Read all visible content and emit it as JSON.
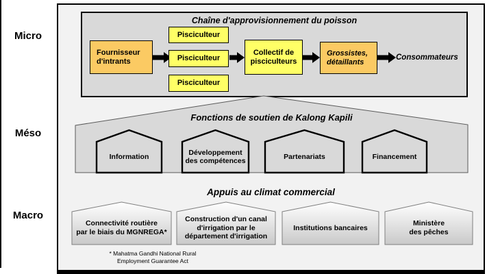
{
  "colors": {
    "box_orange": "#FBCA63",
    "box_yellow": "#FFFF66",
    "panel_gray": "#D9D9D9",
    "bg_gray": "#F2F2F2"
  },
  "levels": [
    "Micro",
    "Méso",
    "Macro"
  ],
  "micro": {
    "title": "Chaîne d'approvisionnement du poisson",
    "supplier": "Fournisseur\nd'intrants",
    "farmers": [
      "Pisciculteur",
      "Pisciculteur",
      "Pisciculteur"
    ],
    "collective": "Collectif de\npisciculteurs",
    "wholesalers": "Grossistes,\ndétaillants",
    "consumers": "Consommateurs"
  },
  "meso": {
    "title": "Fonctions de soutien de Kalong Kapili",
    "functions": [
      "Information",
      "Développement\ndes compétences",
      "Partenariats",
      "Financement"
    ]
  },
  "macro": {
    "title": "Appuis au climat commercial",
    "supports": [
      "Connectivité routière\npar le biais du MGNREGA*",
      "Construction d'un canal\nd'irrigation par le\ndépartement d'irrigation",
      "Institutions bancaires",
      "Ministère\ndes pêches"
    ],
    "footnote": "* Mahatma Gandhi National Rural\nEmployment Guarantee Act"
  }
}
